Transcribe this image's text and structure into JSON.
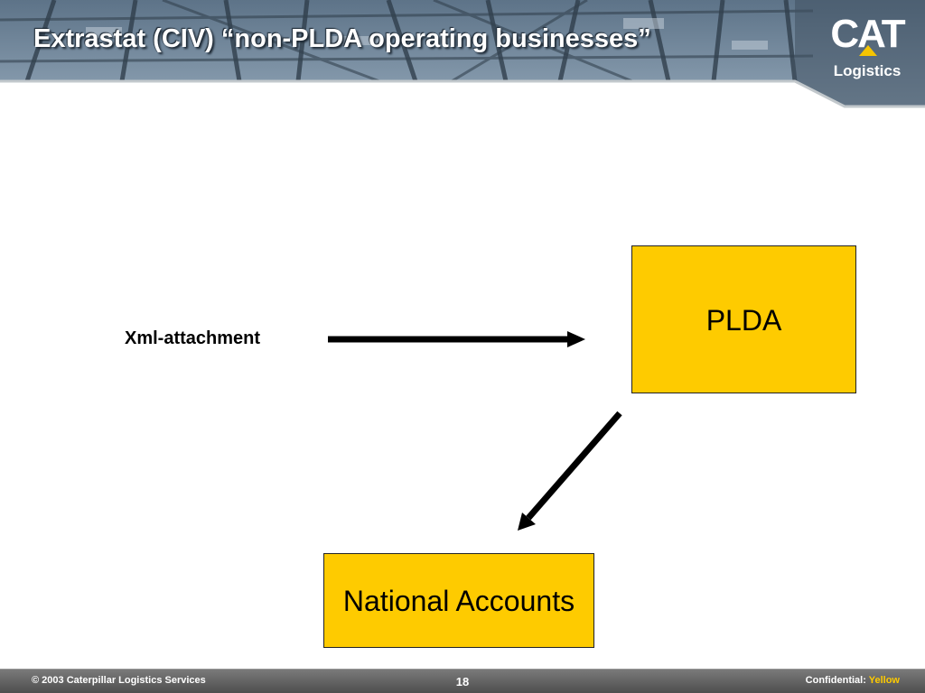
{
  "header": {
    "title": "Extrastat (CIV) “non-PLDA operating businesses”",
    "logo": {
      "brand": "CAT",
      "subtitle": "Logistics",
      "accent_color": "#f5c400"
    }
  },
  "diagram": {
    "input_label": "Xml-attachment",
    "box_color": "#fecb00",
    "nodes": [
      {
        "label": "PLDA"
      },
      {
        "label": "National Accounts"
      }
    ]
  },
  "footer": {
    "copyright": "© 2003 Caterpillar Logistics Services",
    "page_number": "18",
    "confidential_label": "Confidential:",
    "confidential_level": "Yellow",
    "confidential_level_color": "#fecb00"
  }
}
